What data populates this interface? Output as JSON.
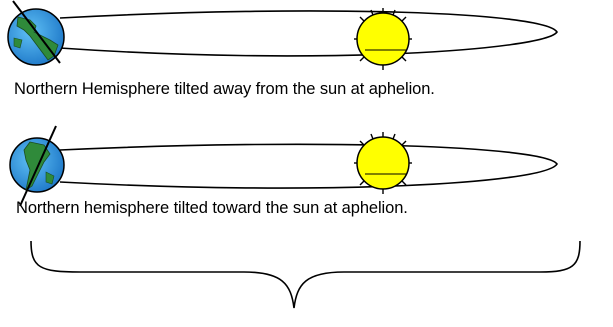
{
  "diagram": {
    "panels": [
      {
        "caption": "Northern Hemisphere tilted away from the sun at aphelion.",
        "tilt": "away"
      },
      {
        "caption": "Northern hemisphere tilted toward the sun at aphelion.",
        "tilt": "toward"
      }
    ],
    "colors": {
      "sun": "#ffff00",
      "ocean": "#1e8fd6",
      "land": "#2f8a3a",
      "outline": "#000000"
    }
  }
}
